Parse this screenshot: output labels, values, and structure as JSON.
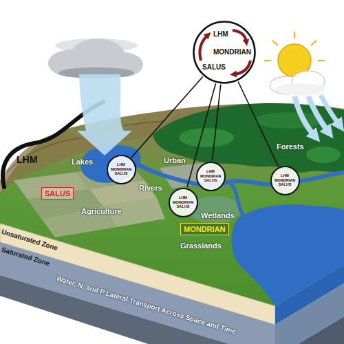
{
  "diagram": {
    "nodes": [
      {
        "text": [
          "LHM",
          "MONDRIAN",
          "SALUS"
        ]
      },
      {
        "text": [
          "LHM",
          "MONDRIAN",
          "SALUS"
        ]
      },
      {
        "text": [
          "LHM",
          "MONDRIAN",
          "SALUS"
        ]
      },
      {
        "text": [
          "LHM",
          "MONDRIAN",
          "SALUS"
        ]
      },
      {
        "text": [
          "LHM",
          "MONDRIAN",
          "SALUS"
        ]
      },
      {
        "text": [
          "SALUS"
        ]
      },
      {
        "text": [
          "MONDRIAN"
        ]
      }
    ],
    "edges": [
      {
        "from": 0,
        "to": 1,
        "arrow": "none"
      },
      {
        "from": 0,
        "to": 2,
        "arrow": "none"
      },
      {
        "from": 0,
        "to": 3,
        "arrow": "none"
      },
      {
        "from": 0,
        "to": 4,
        "arrow": "none"
      }
    ],
    "labels": [
      "LHM",
      "Forests",
      "Lakes",
      "Urban",
      "Rivers",
      "Agriculture",
      "Wetlands",
      "Grasslands",
      "Unsaturated Zone",
      "Saturated Zone",
      "Water, N, and P Lateral Transport Across Space and Time"
    ]
  }
}
